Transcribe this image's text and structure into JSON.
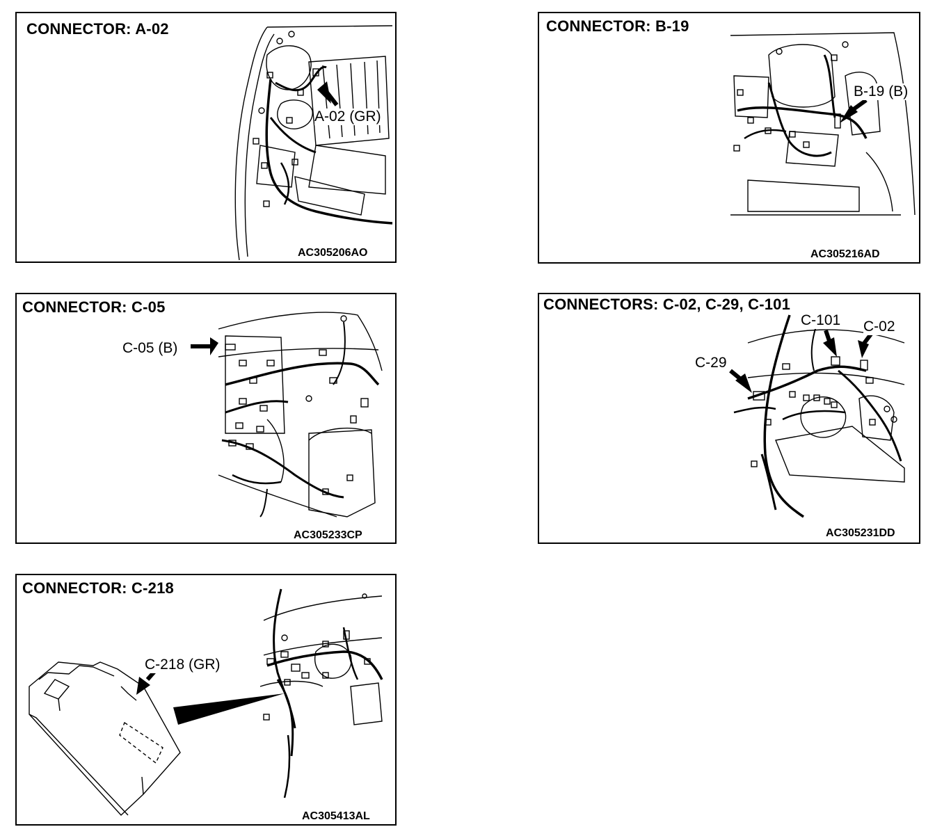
{
  "panels": [
    {
      "title": "CONNECTOR: A-02",
      "callouts": [
        "A-02 (GR)"
      ],
      "code": "AC305206AO"
    },
    {
      "title": "CONNECTOR: B-19",
      "callouts": [
        "B-19 (B)"
      ],
      "code": "AC305216AD"
    },
    {
      "title": "CONNECTOR: C-05",
      "callouts": [
        "C-05 (B)"
      ],
      "code": "AC305233CP"
    },
    {
      "title": "CONNECTORS: C-02, C-29, C-101",
      "callouts": [
        "C-101",
        "C-02",
        "C-29"
      ],
      "code": "AC305231DD"
    },
    {
      "title": "CONNECTOR: C-218",
      "callouts": [
        "C-218 (GR)"
      ],
      "code": "AC305413AL"
    }
  ]
}
